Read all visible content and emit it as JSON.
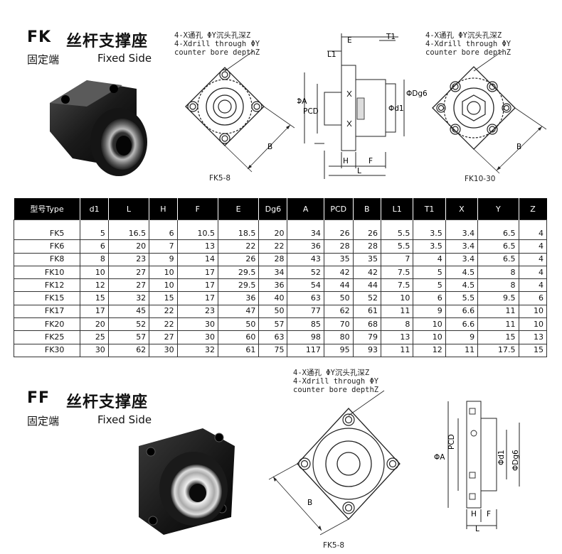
{
  "fk": {
    "code": "FK",
    "name": "丝杆支撑座",
    "end_label": "固定端",
    "side_label": "Fixed Side",
    "note_left": [
      "4-X通孔 ΦY沉头孔深Z",
      "4-Xdrill through ΦY",
      "counter bore depthZ"
    ],
    "note_right": [
      "4-X通孔 ΦY沉头孔深Z",
      "4-Xdrill through ΦY",
      "counter bore depthZ"
    ],
    "caption_left": "FK5-8",
    "caption_right": "FK10-30",
    "side_dims": {
      "E": "E",
      "T1": "T1",
      "L1": "L1",
      "PhiA": "ΦA",
      "PCD": "PCD",
      "PhiDg6": "ΦDg6",
      "Phid1": "Φd1",
      "H": "H",
      "F": "F",
      "L": "L"
    },
    "dim_B": "B"
  },
  "table": {
    "headers": [
      "型号Type",
      "d1",
      "L",
      "H",
      "F",
      "E",
      "Dg6",
      "A",
      "PCD",
      "B",
      "L1",
      "T1",
      "X",
      "Y",
      "Z"
    ],
    "rows": [
      [
        "FK5",
        "5",
        "16.5",
        "6",
        "10.5",
        "18.5",
        "20",
        "34",
        "26",
        "26",
        "5.5",
        "3.5",
        "3.4",
        "6.5",
        "4"
      ],
      [
        "FK6",
        "6",
        "20",
        "7",
        "13",
        "22",
        "22",
        "36",
        "28",
        "28",
        "5.5",
        "3.5",
        "3.4",
        "6.5",
        "4"
      ],
      [
        "FK8",
        "8",
        "23",
        "9",
        "14",
        "26",
        "28",
        "43",
        "35",
        "35",
        "7",
        "4",
        "3.4",
        "6.5",
        "4"
      ],
      [
        "FK10",
        "10",
        "27",
        "10",
        "17",
        "29.5",
        "34",
        "52",
        "42",
        "42",
        "7.5",
        "5",
        "4.5",
        "8",
        "4"
      ],
      [
        "FK12",
        "12",
        "27",
        "10",
        "17",
        "29.5",
        "36",
        "54",
        "44",
        "44",
        "7.5",
        "5",
        "4.5",
        "8",
        "4"
      ],
      [
        "FK15",
        "15",
        "32",
        "15",
        "17",
        "36",
        "40",
        "63",
        "50",
        "52",
        "10",
        "6",
        "5.5",
        "9.5",
        "6"
      ],
      [
        "FK17",
        "17",
        "45",
        "22",
        "23",
        "47",
        "50",
        "77",
        "62",
        "61",
        "11",
        "9",
        "6.6",
        "11",
        "10"
      ],
      [
        "FK20",
        "20",
        "52",
        "22",
        "30",
        "50",
        "57",
        "85",
        "70",
        "68",
        "8",
        "10",
        "6.6",
        "11",
        "10"
      ],
      [
        "FK25",
        "25",
        "57",
        "27",
        "30",
        "60",
        "63",
        "98",
        "80",
        "79",
        "13",
        "10",
        "9",
        "15",
        "13"
      ],
      [
        "FK30",
        "30",
        "62",
        "30",
        "32",
        "61",
        "75",
        "117",
        "95",
        "93",
        "11",
        "12",
        "11",
        "17.5",
        "15"
      ]
    ]
  },
  "ff": {
    "code": "FF",
    "name": "丝杆支撑座",
    "end_label": "固定端",
    "side_label": "Fixed Side",
    "note": [
      "4-X通孔 ΦY沉头孔深Z",
      "4-Xdrill through ΦY",
      "counter bore depthZ"
    ],
    "caption": "FK5-8",
    "dims": {
      "B": "B",
      "PhiA": "ΦA",
      "PCD": "PCD",
      "Phid1": "Φd1",
      "PhiDg6": "ΦDg6",
      "H": "H",
      "F": "F",
      "L": "L"
    }
  }
}
